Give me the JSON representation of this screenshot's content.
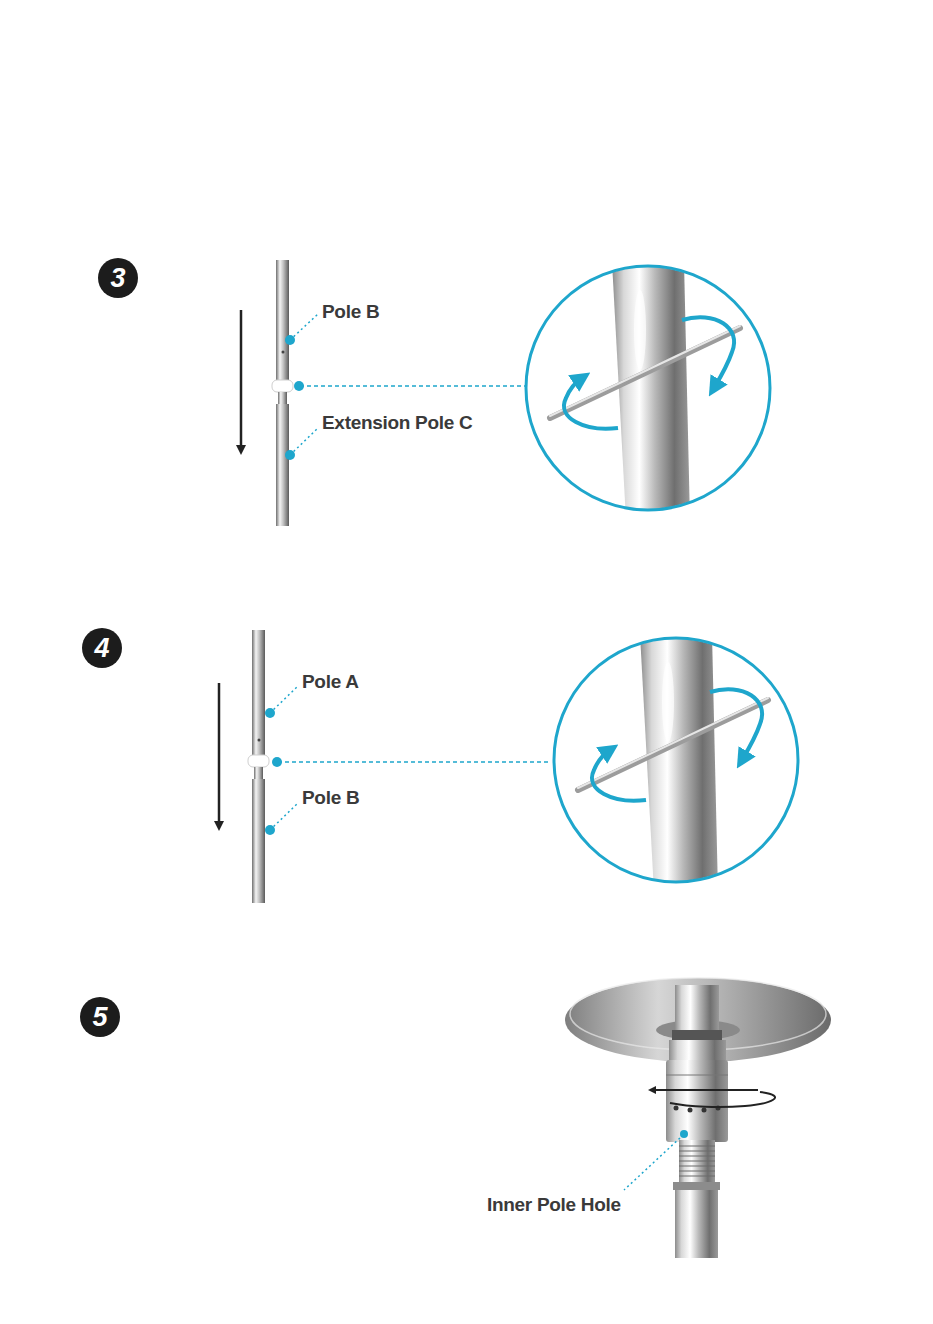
{
  "diagram": {
    "nodes": [
      {
        "text": [
          "3"
        ]
      },
      {
        "text": [
          "4"
        ]
      },
      {
        "text": [
          "5"
        ]
      }
    ],
    "labels": [
      "Pole B",
      "Extension Pole C",
      "Pole A",
      "Pole B",
      "Inner Pole Hole"
    ]
  }
}
